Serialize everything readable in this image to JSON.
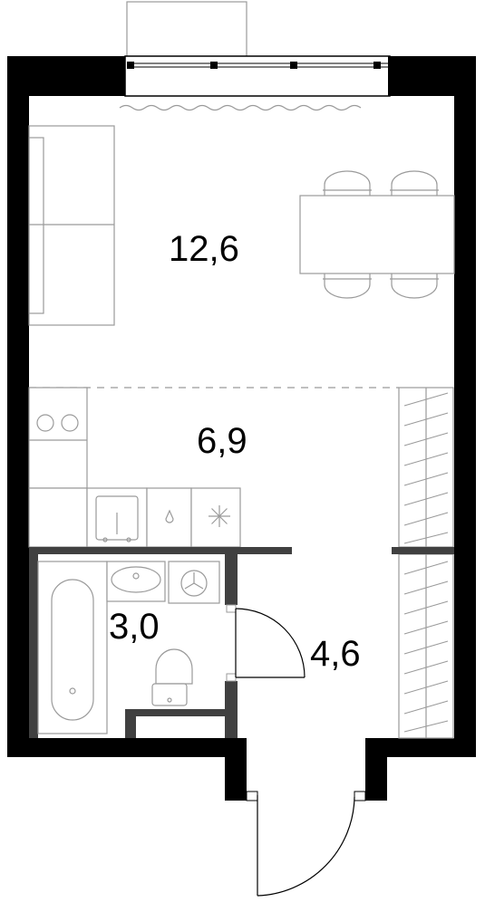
{
  "rooms": [
    {
      "name": "living-room",
      "area": "12,6"
    },
    {
      "name": "kitchen",
      "area": "6,9"
    },
    {
      "name": "bathroom",
      "area": "3,0"
    },
    {
      "name": "hallway",
      "area": "4,6"
    }
  ],
  "colors": {
    "wall": "#000000",
    "inner_wall": "#404040",
    "furniture_stroke": "#9a9a9a",
    "background": "#ffffff"
  }
}
